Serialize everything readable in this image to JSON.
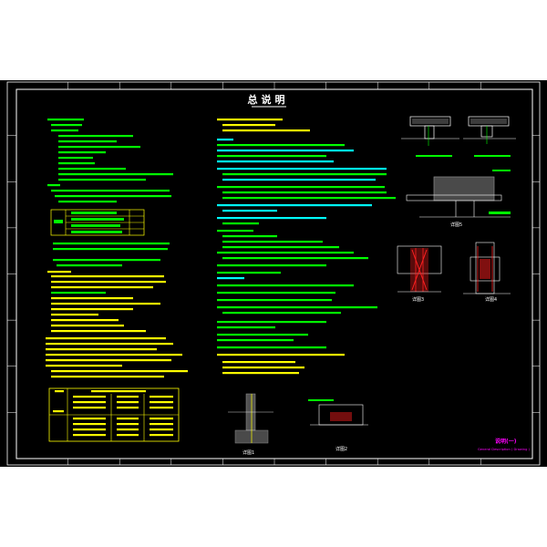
{
  "drawing": {
    "title": "总说明",
    "title_block": {
      "cn": "说明(一)",
      "en": "General Description ( Drawing )"
    },
    "detail_labels": [
      "详图1",
      "详图2",
      "详图3",
      "详图4",
      "详图5"
    ],
    "colors": {
      "background": "#000000",
      "frame": "#ffffff",
      "note_green": "#00ff00",
      "note_yellow": "#ffff00",
      "note_cyan": "#00ffff",
      "hatch_red": "#ff2020",
      "title_magenta": "#ff00ff"
    }
  }
}
